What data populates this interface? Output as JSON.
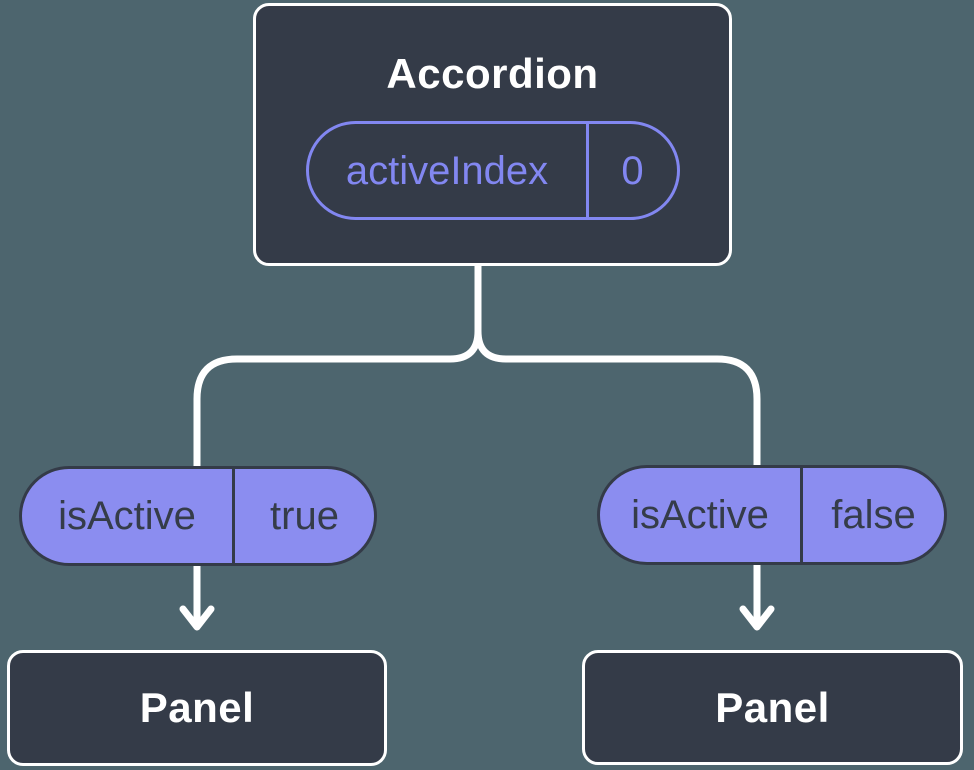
{
  "colors": {
    "bg": "#4D656E",
    "node": "#343B48",
    "line": "#FFFFFF",
    "accent": "#8287F1",
    "pill_fill": "#8B8DF0",
    "text_light": "#FFFFFF",
    "text_dark": "#353C49"
  },
  "accordion": {
    "title": "Accordion",
    "state": {
      "name": "activeIndex",
      "value": "0"
    }
  },
  "children": [
    {
      "prop": {
        "name": "isActive",
        "value": "true"
      },
      "title": "Panel"
    },
    {
      "prop": {
        "name": "isActive",
        "value": "false"
      },
      "title": "Panel"
    }
  ]
}
